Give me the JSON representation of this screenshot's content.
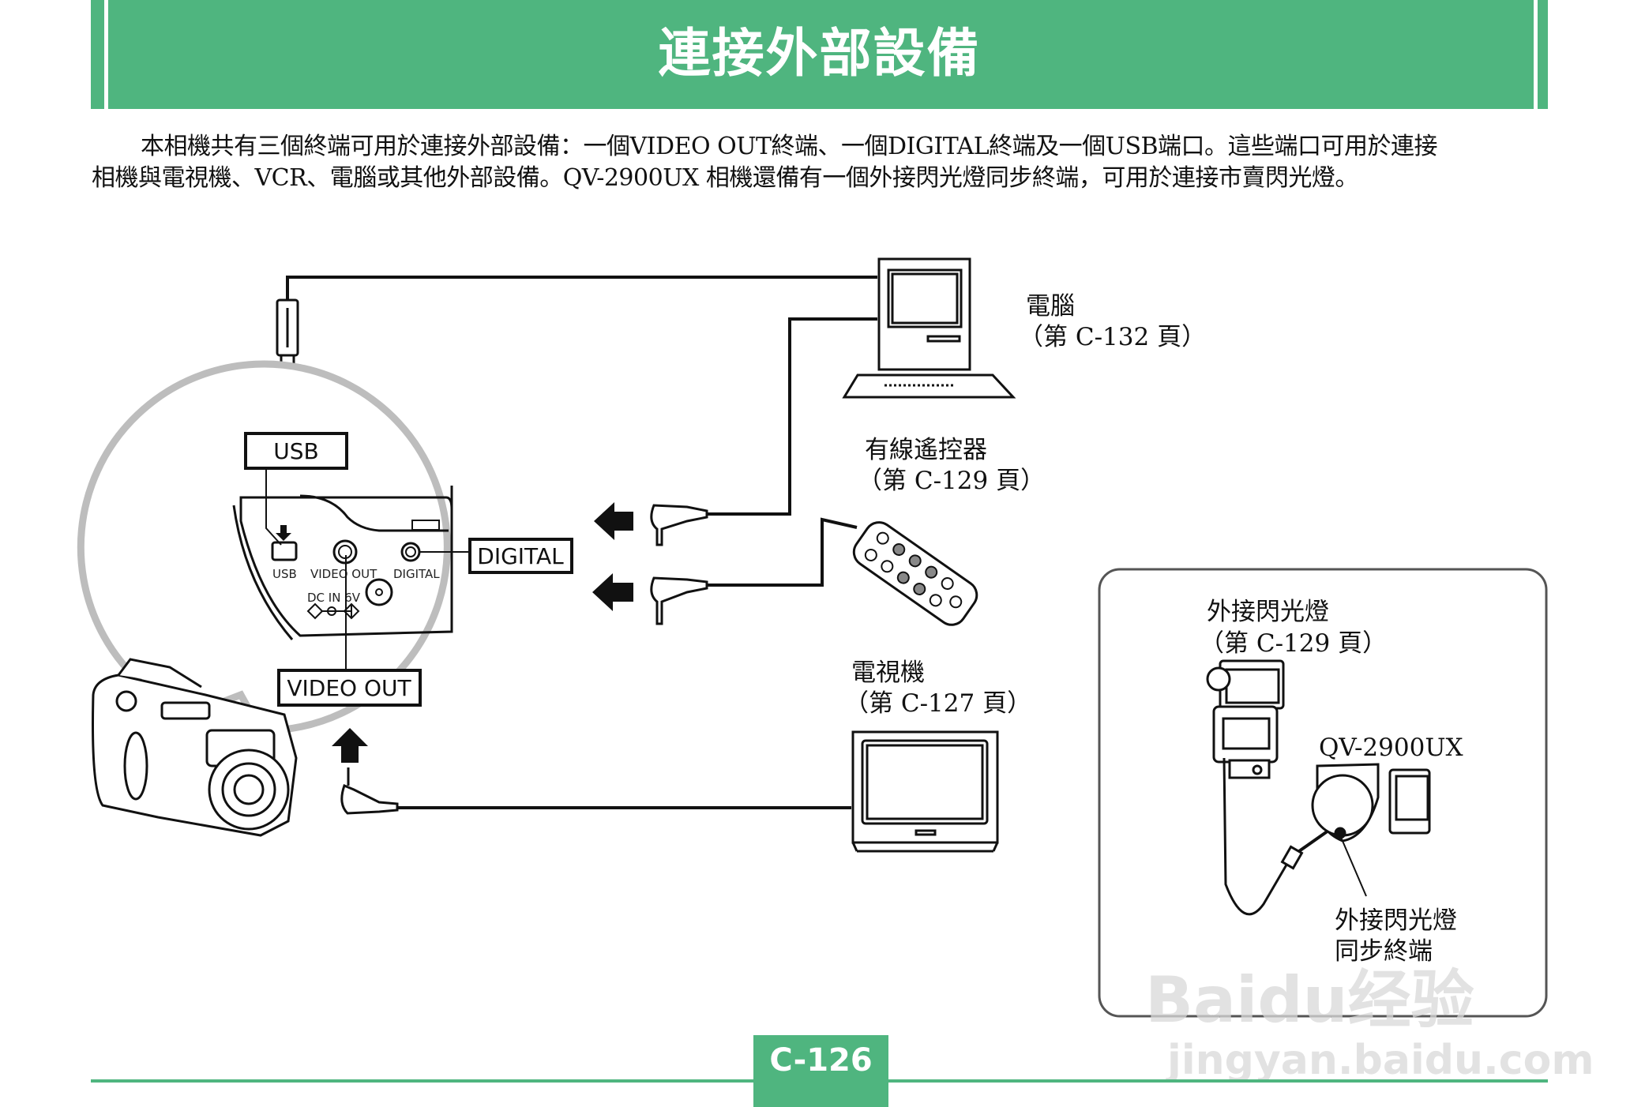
{
  "header": {
    "title": "連接外部設備",
    "color": "#4fb57f"
  },
  "intro": {
    "line1": "本相機共有三個終端可用於連接外部設備：一個VIDEO OUT終端、一個DIGITAL終端及一個USB端口。這些端口可用於連接",
    "line2": "相機與電視機、VCR、電腦或其他外部設備。QV-2900UX 相機還備有一個外接閃光燈同步終端，可用於連接市賣閃光燈。"
  },
  "diagram": {
    "computer": {
      "name": "電腦",
      "ref": "（第 C-132 頁）"
    },
    "remote": {
      "name": "有線遙控器",
      "ref": "（第 C-129 頁）"
    },
    "tv": {
      "name": "電視機",
      "ref": "（第 C-127 頁）"
    },
    "callouts": {
      "usb": "USB",
      "digital": "DIGITAL",
      "video_out": "VIDEO OUT"
    },
    "port_labels": {
      "usb": "USB",
      "video_out": "VIDEO OUT",
      "digital": "DIGITAL",
      "dc_in": "DC IN 6V"
    },
    "flash_panel": {
      "name": "外接閃光燈",
      "ref": "（第 C-129 頁）",
      "model": "QV-2900UX",
      "terminal_line1": "外接閃光燈",
      "terminal_line2": "同步終端"
    }
  },
  "watermark": {
    "logo": "Baidu经验",
    "url": "jingyan.baidu.com"
  },
  "footer": {
    "page_number": "C-126"
  }
}
